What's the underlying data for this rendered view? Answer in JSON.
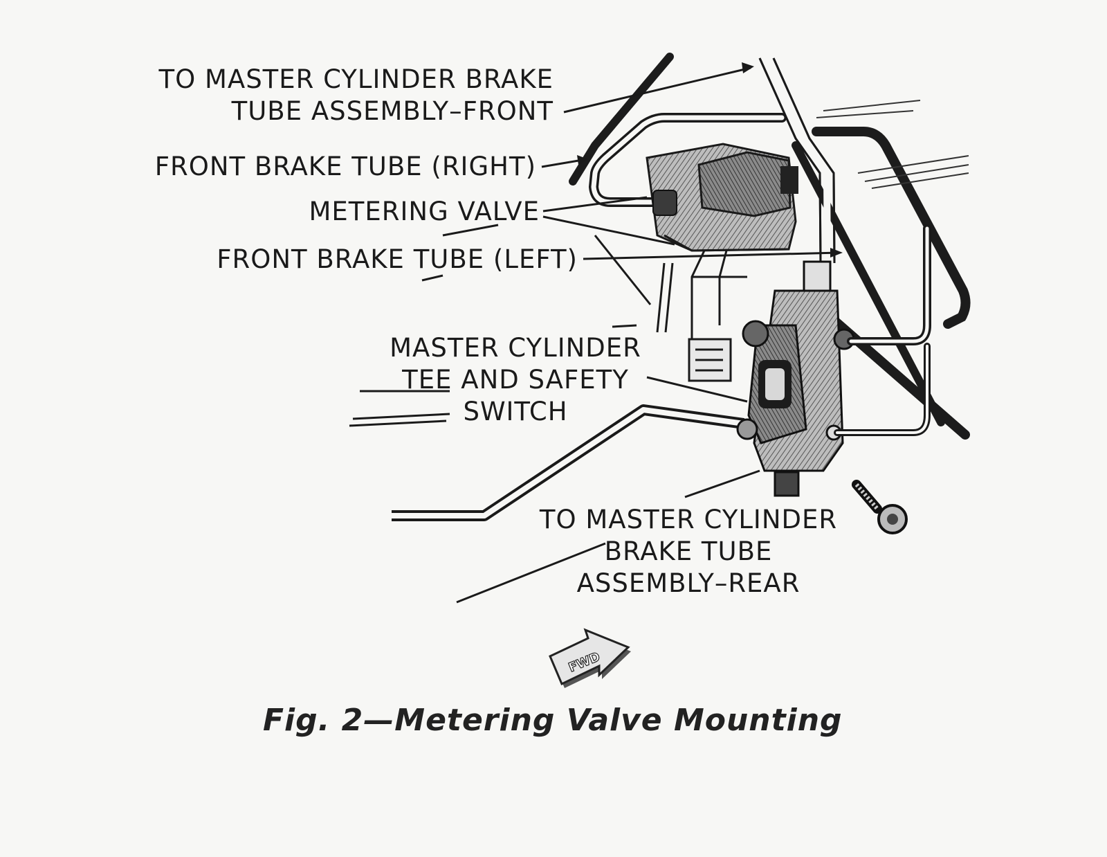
{
  "labels": {
    "master_front_line1": "TO MASTER CYLINDER BRAKE",
    "master_front_line2": "TUBE ASSEMBLY–FRONT",
    "front_right": "FRONT BRAKE TUBE (RIGHT)",
    "metering_valve": "METERING VALVE",
    "front_left": "FRONT BRAKE TUBE (LEFT)",
    "tee_line1": "MASTER CYLINDER",
    "tee_line2": "TEE AND SAFETY",
    "tee_line3": "SWITCH",
    "master_rear_line1": "TO MASTER CYLINDER",
    "master_rear_line2": "BRAKE TUBE",
    "master_rear_line3": "ASSEMBLY–REAR"
  },
  "fwd_arrow": "FWD",
  "caption": "Fig. 2—Metering Valve Mounting"
}
